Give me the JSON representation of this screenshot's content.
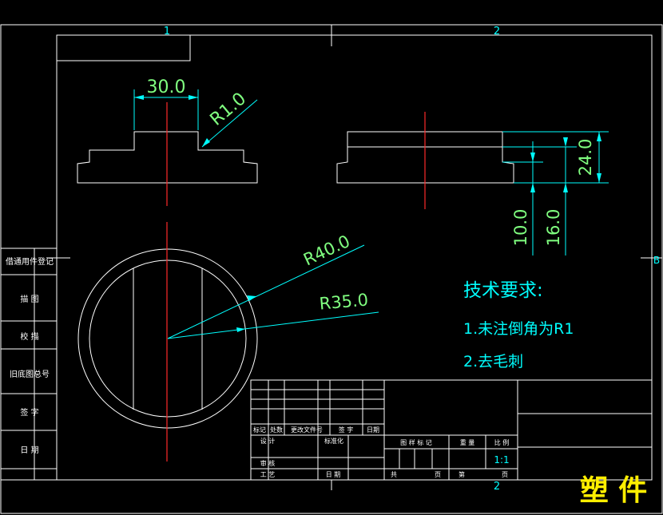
{
  "frame": {
    "zone_top_1": "1",
    "zone_top_2": "2",
    "zone_bottom_2": "2",
    "zone_right_b": "B"
  },
  "dimensions": {
    "top_width": "30.0",
    "fillet": "R1.0",
    "outer_radius": "R40.0",
    "inner_radius": "R35.0",
    "height_total": "24.0",
    "height_a": "10.0",
    "height_b": "16.0"
  },
  "notes": {
    "title": "技术要求:",
    "item1": "1.未注倒角为R1",
    "item2": "2.去毛刺"
  },
  "side_strip": [
    "借通用件登记",
    "描 图",
    "校 描",
    "旧底图总号",
    "签 字",
    "日 期"
  ],
  "title_block": {
    "rev_mark": "标记",
    "rev_count": "处数",
    "rev_doc": "更改文件号",
    "rev_sign": "签 字",
    "rev_date": "日期",
    "design": "设 计",
    "standardize": "标准化",
    "check": "审 核",
    "process": "工 艺",
    "date": "日 期",
    "stage_mark": "图 样 标 记",
    "weight": "重 量",
    "scale": "比 例",
    "scale_value": "1:1",
    "total": "共",
    "sheet": "页",
    "number": "第",
    "page": "页"
  },
  "watermark": "塑 件",
  "colors": {
    "background": "#000000",
    "geometry": "#ffffff",
    "dimension": "#00ffff",
    "centerline": "#ff2a2a",
    "watermark": "#ffee00"
  }
}
